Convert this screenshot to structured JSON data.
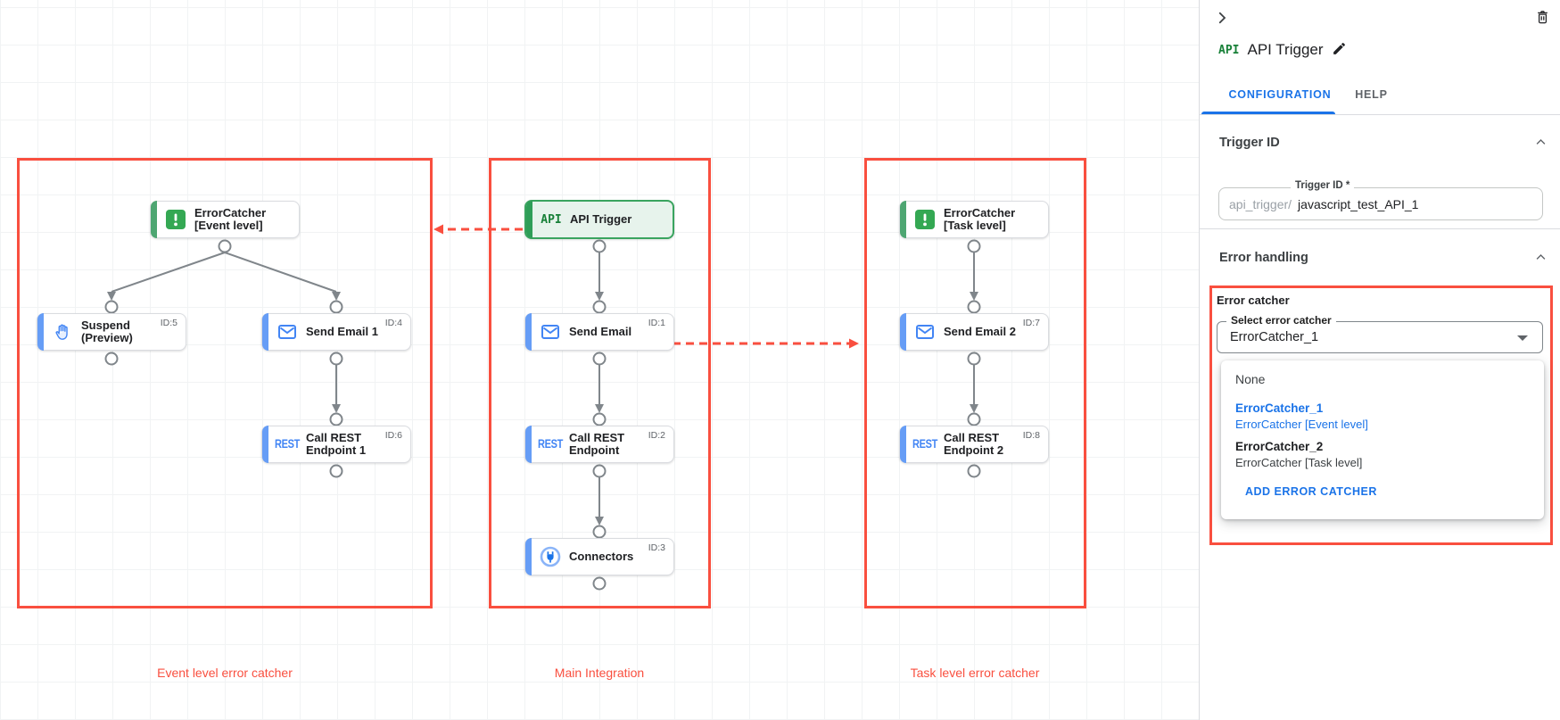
{
  "canvas": {
    "groups": [
      {
        "label": "Event level error catcher"
      },
      {
        "label": "Main Integration"
      },
      {
        "label": "Task level error catcher"
      }
    ],
    "rest_icon_text": "REST",
    "nodes": {
      "ec_event": {
        "line1": "ErrorCatcher",
        "line2": "[Event level]"
      },
      "suspend": {
        "line1": "Suspend",
        "line2": "(Preview)",
        "id": "ID:5"
      },
      "send_email_1": {
        "line1": "Send Email 1",
        "id": "ID:4"
      },
      "call_rest_1": {
        "line1": "Call REST",
        "line2": "Endpoint 1",
        "id": "ID:6"
      },
      "api_trigger": {
        "line1": "API Trigger",
        "icon_text": "API"
      },
      "send_email": {
        "line1": "Send Email",
        "id": "ID:1"
      },
      "call_rest": {
        "line1": "Call REST",
        "line2": "Endpoint",
        "id": "ID:2"
      },
      "connectors": {
        "line1": "Connectors",
        "id": "ID:3"
      },
      "ec_task": {
        "line1": "ErrorCatcher",
        "line2": "[Task level]"
      },
      "send_email_2": {
        "line1": "Send Email 2",
        "id": "ID:7"
      },
      "call_rest_2": {
        "line1": "Call REST",
        "line2": "Endpoint 2",
        "id": "ID:8"
      }
    }
  },
  "panel": {
    "title": "API Trigger",
    "title_icon_text": "API",
    "tabs": {
      "configuration": "CONFIGURATION",
      "help": "HELP"
    },
    "sections": {
      "trigger_id": "Trigger ID",
      "error_handling": "Error handling"
    },
    "trigger_id_field": {
      "label": "Trigger ID *",
      "prefix": "api_trigger/",
      "value": "javascript_test_API_1"
    },
    "error_catcher": {
      "label": "Error catcher",
      "select_label": "Select error catcher",
      "selected_value": "ErrorCatcher_1",
      "options": [
        {
          "title": "None",
          "subtitle": ""
        },
        {
          "title": "ErrorCatcher_1",
          "subtitle": "ErrorCatcher [Event level]"
        },
        {
          "title": "ErrorCatcher_2",
          "subtitle": "ErrorCatcher [Task level]"
        }
      ],
      "add_button": "ADD ERROR CATCHER"
    }
  },
  "colors": {
    "highlight_red": "#f94f3f",
    "error_dot_red": "#c5221f",
    "task_blue": "#4285f4",
    "green": "#34a853",
    "accent_blue": "#1a73e8"
  }
}
